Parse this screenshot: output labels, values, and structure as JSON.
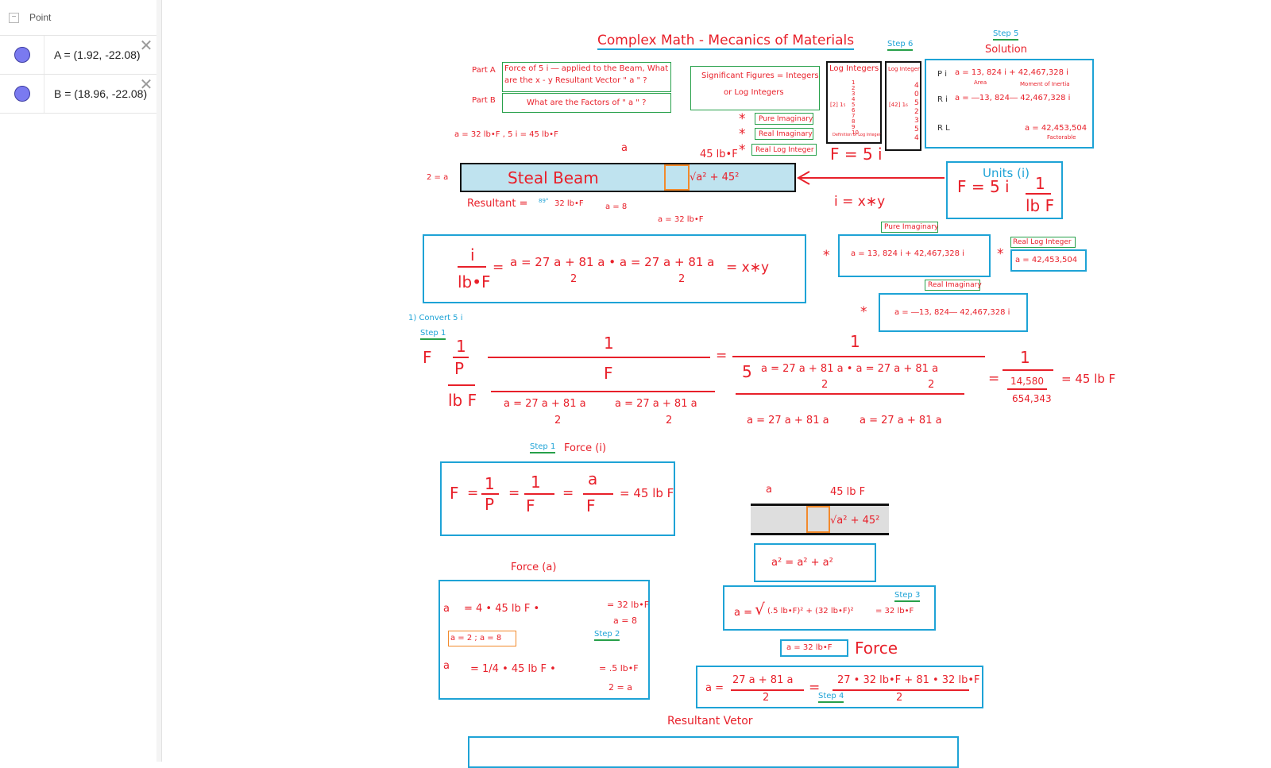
{
  "algebra_view": {
    "header_label": "Point",
    "collapse_icon": "minus-icon",
    "points": [
      {
        "label": "A = (1.92, -22.08)",
        "color": "#7a7af0"
      },
      {
        "label": "B = (18.96, -22.08)",
        "color": "#7a7af0"
      }
    ]
  },
  "worksheet": {
    "title": "Complex Math - Mecanics of Materials",
    "step6": "Step 6",
    "step5": "Step 5",
    "solution": "Solution",
    "part_a_label": "Part A",
    "part_a_text_1": "Force of 5 i ― applied to the Beam, What",
    "part_a_text_2": "are the x - y Resultant Vector \" a \" ?",
    "part_b_label": "Part B",
    "part_b_text": "What are the Factors of \" a \" ?",
    "sig_figs_1": "Significant Figures = Integers",
    "sig_figs_2": "or Log Integers",
    "log_integers": "Log Integers",
    "log_integer": "Log Integer",
    "pure_imaginary": "Pure Imaginary",
    "real_imaginary": "Real Imaginary",
    "real_log_integer": "Real Log Integer",
    "def_log_integer": "Definition of Log Integer",
    "a_re_line": "a = 32 lb•F , 5 i = 45 lb•F",
    "force_45": "45 lb•F",
    "two_eq_a": "2 = a",
    "steel_beam": "Steal Beam",
    "resultant_label": "Resultant =",
    "angle": "89°",
    "resultant_val": "32 lb•F",
    "ax_eq_8": "a = 8",
    "a_32": "a = 32 lb•F",
    "units_i": "Units (i)",
    "f_5i": "F = 5 i",
    "i_eq_xy": "i = x∗y",
    "lb_f": "lb F",
    "pi_label": "P i",
    "ri_label": "R i",
    "rl_label": "R L",
    "sol_pi": "a = 13, 824 i + 42,467,328 i",
    "sol_ri": "a = ―13, 824― 42,467,328 i",
    "sol_rl": "a = 42,453,504",
    "area": "Area",
    "moment_of_inertia": "Moment of Inertia",
    "factorable": "Factorable",
    "eq_main_left": "i",
    "eq_main_den": "lb•F",
    "eq_main_mid": "a = 27 a + 81 a • a = 27 a + 81 a",
    "eq_main_two": "2",
    "eq_main_right": "= x∗y",
    "pure_imag_eq": "a = 13, 824 i + 42,467,328 i",
    "real_log_eq": "a = 42,453,504",
    "real_imag_eq": "a = ―13, 824― 42,467,328 i",
    "convert": "1) Convert 5 i",
    "step1": "Step 1",
    "big_f": "F",
    "one": "1",
    "p_a": "P",
    "fa": "F",
    "five": "5",
    "eq_27": "a = 27 a + 81 a",
    "frac_14580": "14,580",
    "frac_654343": "654,343",
    "eq_45": "= 45 lb F",
    "force_i_title": "Force (i)",
    "eq_45b": "= 45 lb F",
    "force_a_title": "Force (a)",
    "fa_line1": "= 4 • 45 lb F •",
    "fa_res1": "= 32 lb•F",
    "fa_ax": "a = 8",
    "fa_box": "a = 2 ; a = 8",
    "step2": "Step 2",
    "fa_line2": "= 1/4 • 45 lb F •",
    "fa_res2": "= .5 lb•F",
    "fa_2ay": "2 = a",
    "beam2_force": "45 lb F",
    "pyth": "a² = a² + a²",
    "step3": "Step 3",
    "sqrt_expr": "(.5 lb•F)² + (32 lb•F)²",
    "sqrt_res": "= 32 lb•F",
    "a32_box": "a = 32 lb•F",
    "force_a_big": "Force",
    "step4": "Step 4",
    "bottom_eq_l": "27 a + 81 a",
    "bottom_eq_r": "27 • 32 lb•F + 81 • 32 lb•F",
    "resultant_vector": "Resultant Vetor"
  }
}
